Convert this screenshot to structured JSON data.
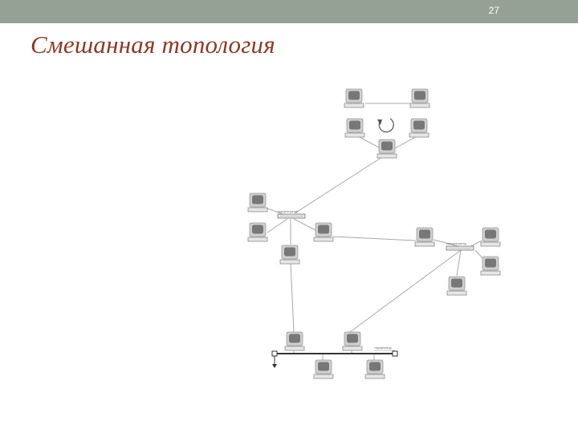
{
  "slide": {
    "number": "27",
    "title": "Смешанная топология"
  },
  "diagram": {
    "colors": {
      "link": "#a8a8a8",
      "bus": "#333333",
      "screen": "#777777",
      "frame": "#cfcfcf",
      "keyboard": "#e6e6e6",
      "title": "#8c3a26",
      "topbar": "#96a196"
    },
    "node_icon": "desktop-computer-icon",
    "hub_icon": "network-hub-icon",
    "hub_label_1": "концентратор",
    "hub_label_2": "концентратор",
    "terminator_label": "терминатор",
    "ring_rotation_icon": "rotation-arrow-icon"
  }
}
